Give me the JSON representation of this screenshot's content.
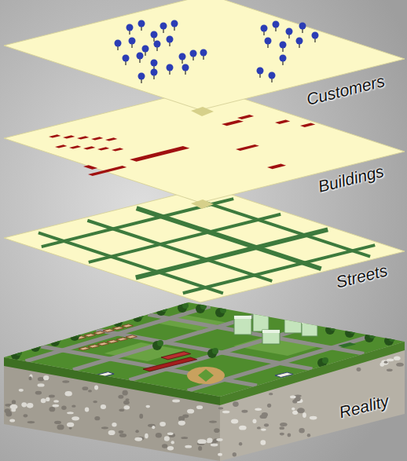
{
  "diagram": {
    "labels": [
      "Customers",
      "Buildings",
      "Streets",
      "Reality"
    ]
  }
}
